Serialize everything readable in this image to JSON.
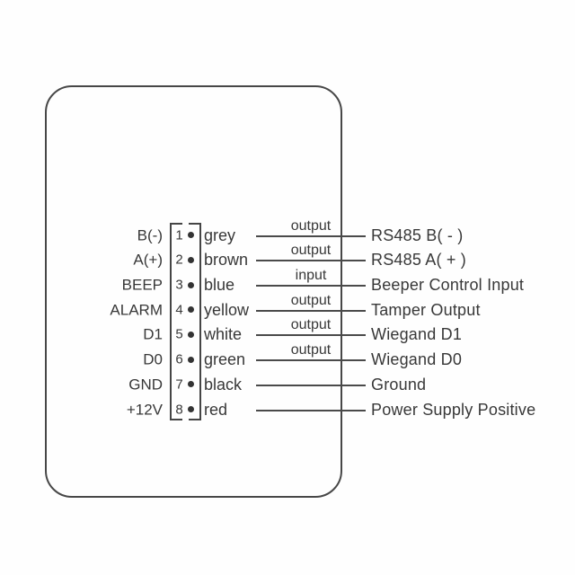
{
  "diagram": {
    "kind": "access-controller wiring pinout",
    "colors": {
      "ink": "#383838",
      "stroke": "#4a4a4a",
      "background": "#ffffff"
    },
    "connector": {
      "pin_count": "8"
    },
    "rows": [
      {
        "pin_label": "B(-)",
        "pin_number": "1",
        "wire_color_name": "grey",
        "io": "output",
        "function": "RS485 B( - )"
      },
      {
        "pin_label": "A(+)",
        "pin_number": "2",
        "wire_color_name": "brown",
        "io": "output",
        "function": "RS485 A( + )"
      },
      {
        "pin_label": "BEEP",
        "pin_number": "3",
        "wire_color_name": "blue",
        "io": "input",
        "function": "Beeper Control Input"
      },
      {
        "pin_label": "ALARM",
        "pin_number": "4",
        "wire_color_name": "yellow",
        "io": "output",
        "function": "Tamper Output"
      },
      {
        "pin_label": "D1",
        "pin_number": "5",
        "wire_color_name": "white",
        "io": "output",
        "function": "Wiegand D1"
      },
      {
        "pin_label": "D0",
        "pin_number": "6",
        "wire_color_name": "green",
        "io": "output",
        "function": "Wiegand D0"
      },
      {
        "pin_label": "GND",
        "pin_number": "7",
        "wire_color_name": "black",
        "io": "",
        "function": "Ground"
      },
      {
        "pin_label": "+12V",
        "pin_number": "8",
        "wire_color_name": "red",
        "io": "",
        "function": "Power Supply Positive"
      }
    ]
  }
}
